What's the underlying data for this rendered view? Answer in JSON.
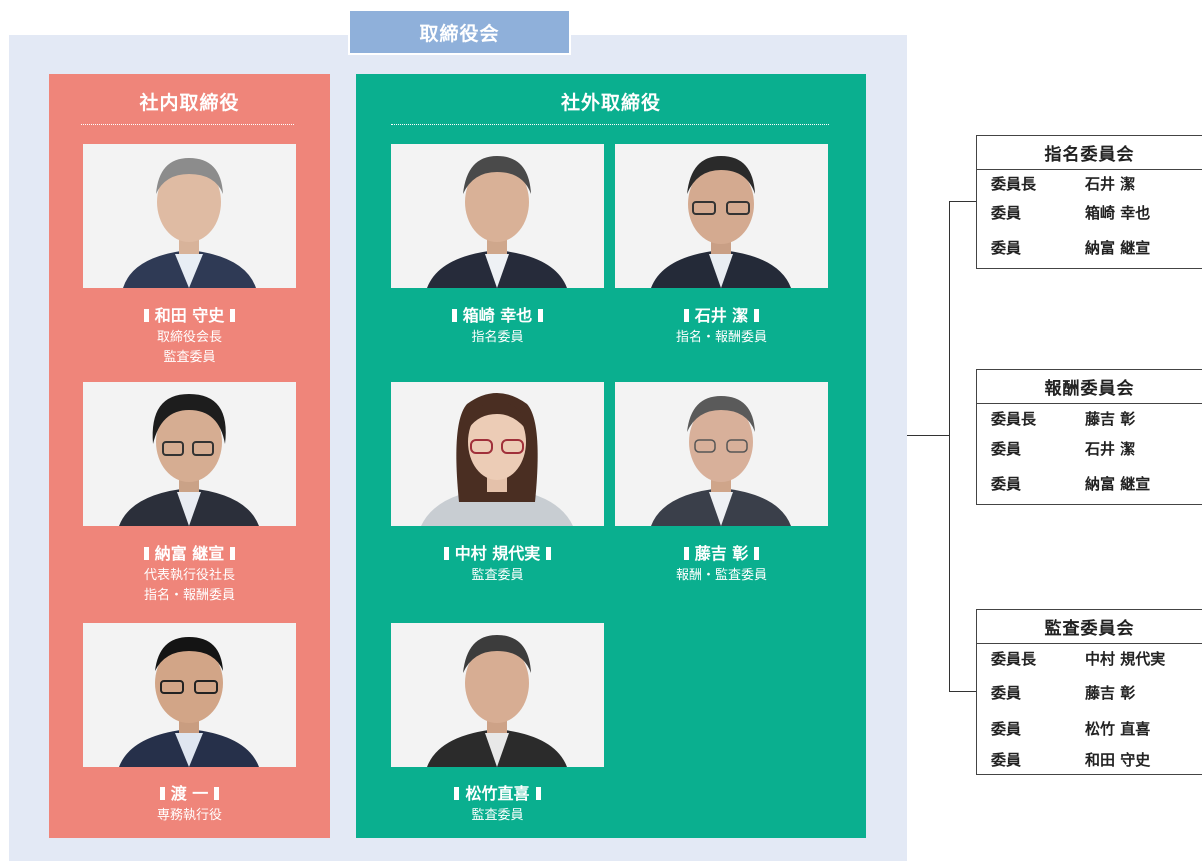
{
  "board": {
    "title": "取締役会"
  },
  "inside": {
    "title": "社内取締役",
    "people": [
      {
        "name": "和田 守史",
        "roles": [
          "取締役会長",
          "監査委員"
        ]
      },
      {
        "name": "納富 継宣",
        "roles": [
          "代表執行役社長",
          "指名・報酬委員"
        ]
      },
      {
        "name": "渡 一",
        "roles": [
          "専務執行役"
        ]
      }
    ]
  },
  "outside": {
    "title": "社外取締役",
    "people": [
      {
        "name": "箱崎 幸也",
        "roles": [
          "指名委員"
        ]
      },
      {
        "name": "石井 潔",
        "roles": [
          "指名・報酬委員"
        ]
      },
      {
        "name": "中村 規代実",
        "roles": [
          "監査委員"
        ]
      },
      {
        "name": "藤吉 彰",
        "roles": [
          "報酬・監査委員"
        ]
      },
      {
        "name": "松竹直喜",
        "roles": [
          "監査委員"
        ]
      }
    ]
  },
  "committees": [
    {
      "title": "指名委員会",
      "members": [
        {
          "role": "委員長",
          "name": "石井 潔"
        },
        {
          "role": "委員",
          "name": "箱崎 幸也"
        },
        {
          "role": "委員",
          "name": "納富 継宣"
        }
      ]
    },
    {
      "title": "報酬委員会",
      "members": [
        {
          "role": "委員長",
          "name": "藤吉 彰"
        },
        {
          "role": "委員",
          "name": "石井 潔"
        },
        {
          "role": "委員",
          "name": "納富 継宣"
        }
      ]
    },
    {
      "title": "監査委員会",
      "members": [
        {
          "role": "委員長",
          "name": "中村 規代実"
        },
        {
          "role": "委員",
          "name": "藤吉 彰"
        },
        {
          "role": "委員",
          "name": "松竹 直喜"
        },
        {
          "role": "委員",
          "name": "和田 守史"
        }
      ]
    }
  ],
  "colors": {
    "inside_panel": "#ef857a",
    "outside_panel": "#0aaf8f",
    "board_background": "#e3e9f5",
    "board_title": "#8fb0da"
  }
}
